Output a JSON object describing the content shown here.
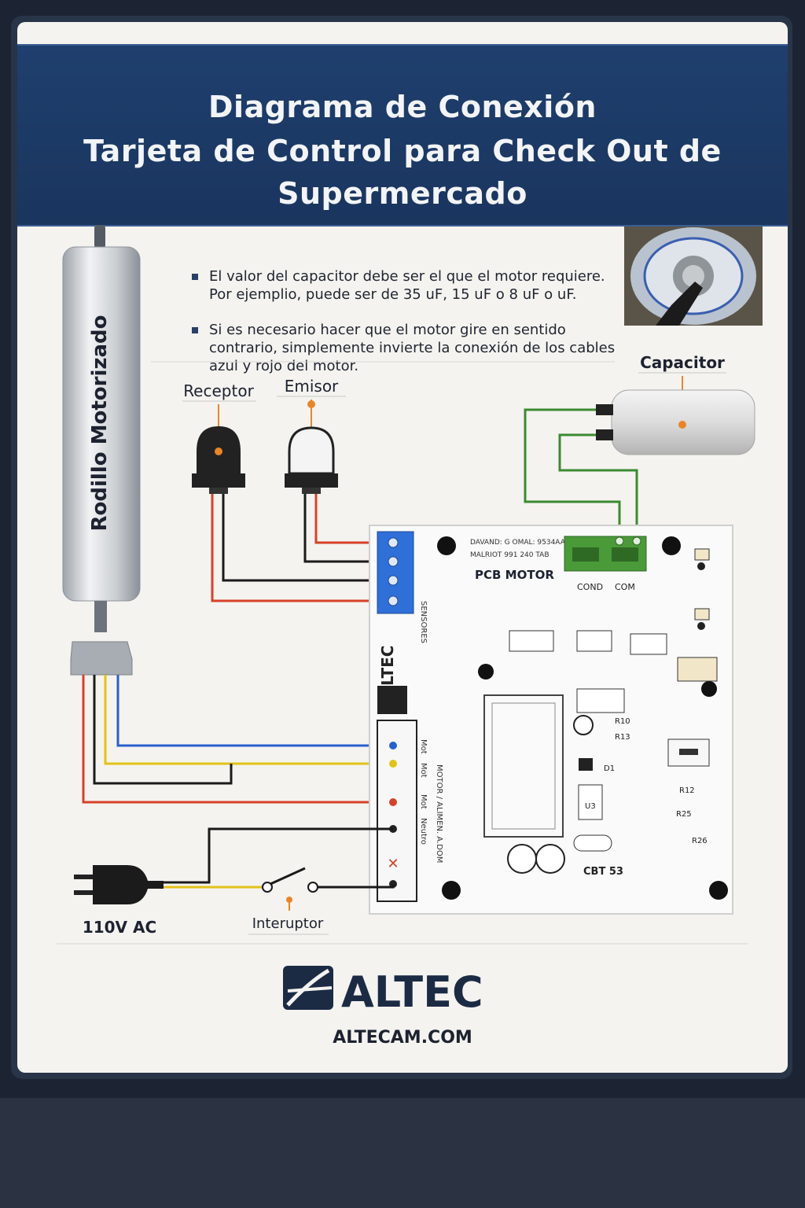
{
  "header": {
    "line1": "Diagrama de Conexión",
    "line2": "Tarjeta de Control para Check Out de",
    "line3": "Supermercado"
  },
  "notes": [
    "El valor del capacitor debe ser el que el motor requiere. Por ejemplio, puede ser de 35 uF, 15 uF o 8 uF o uF.",
    "Si es necesario hacer que el motor gire en sentido contrario, simplemente invierte la conexión de los cables azul y rojo del motor."
  ],
  "components": {
    "roller": "Rodillo Motorizado",
    "receptor": "Receptor",
    "emisor": "Emisor",
    "capacitor": "Capacitor",
    "power": "110V AC",
    "switch": "Interuptor"
  },
  "pcb": {
    "name": "PCB MOTOR",
    "top_text_1": "DAVAND: G OMAL: 9534AA.",
    "top_text_2": "MALRIOT 991 240 TAB",
    "cond": "COND",
    "com": "COM",
    "sensores": "SENSORES",
    "brand": "ALTEC",
    "motor_label": "MOTOR / ALIMEN. A.DOM",
    "mot1": "Mot",
    "mot2": "Mot",
    "mot3": "Mot",
    "neutro": "Neutro",
    "code": "CBT 53",
    "parts": [
      "R10",
      "R13",
      "R12",
      "R25",
      "R26",
      "U3",
      "D1"
    ]
  },
  "brand": {
    "name": "ALTEC",
    "site": "ALTECAM.COM"
  },
  "colors": {
    "header": "#1f3f6e",
    "wire_red": "#d6422a",
    "wire_blue": "#2a5fd0",
    "wire_yellow": "#e2c21a",
    "wire_black": "#1a1a1a",
    "wire_green": "#3c8a32"
  }
}
